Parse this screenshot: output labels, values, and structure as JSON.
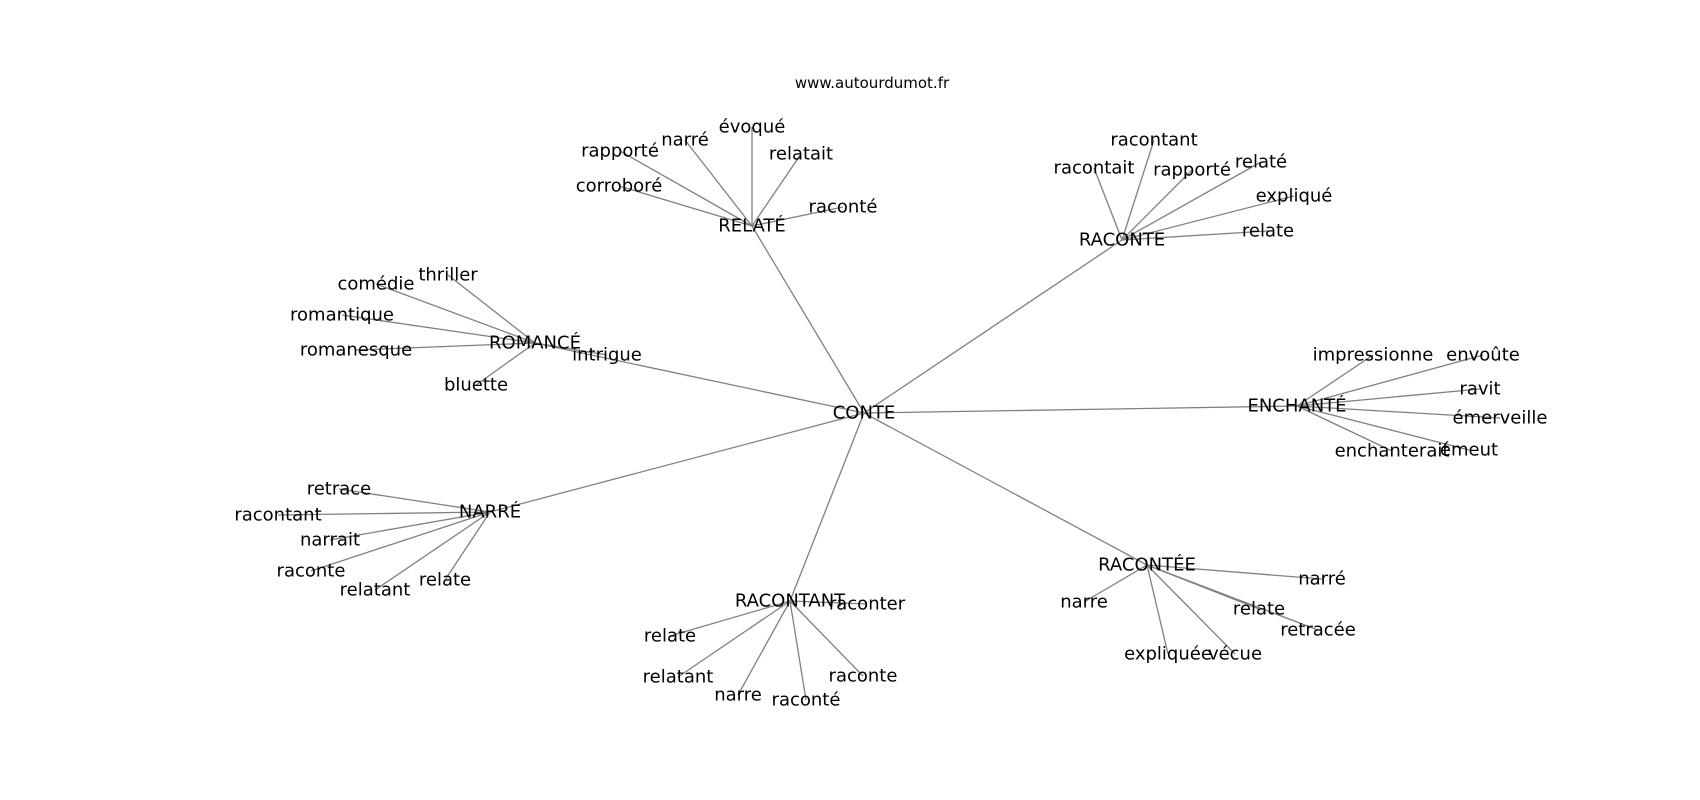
{
  "source": "www.autourdumot.fr",
  "colors": {
    "edge": "#808080",
    "text": "#000000",
    "background": "#ffffff"
  },
  "root": "CONTE",
  "clusters": [
    {
      "hub": "RELATÉ",
      "leaves": [
        "rapporté",
        "narré",
        "évoqué",
        "relatait",
        "corroboré",
        "raconté"
      ]
    },
    {
      "hub": "RACONTE",
      "leaves": [
        "racontant",
        "racontait",
        "rapporté",
        "relaté",
        "expliqué",
        "relate"
      ]
    },
    {
      "hub": "ROMANCÉ",
      "leaves": [
        "thriller",
        "comédie",
        "romantique",
        "romanesque",
        "bluette",
        "intrigue"
      ]
    },
    {
      "hub": "ENCHANTÉ",
      "leaves": [
        "impressionne",
        "envoûte",
        "ravit",
        "émerveille",
        "enchanterait",
        "émeut"
      ]
    },
    {
      "hub": "NARRÉ",
      "leaves": [
        "retrace",
        "racontant",
        "narrait",
        "raconte",
        "relatant",
        "relate"
      ]
    },
    {
      "hub": "RACONTANT",
      "leaves": [
        "raconter",
        "relate",
        "relatant",
        "narre",
        "raconté",
        "raconte"
      ]
    },
    {
      "hub": "RACONTÉE",
      "leaves": [
        "narré",
        "narre",
        "relate",
        "retracée",
        "expliquée",
        "vécue"
      ]
    }
  ]
}
